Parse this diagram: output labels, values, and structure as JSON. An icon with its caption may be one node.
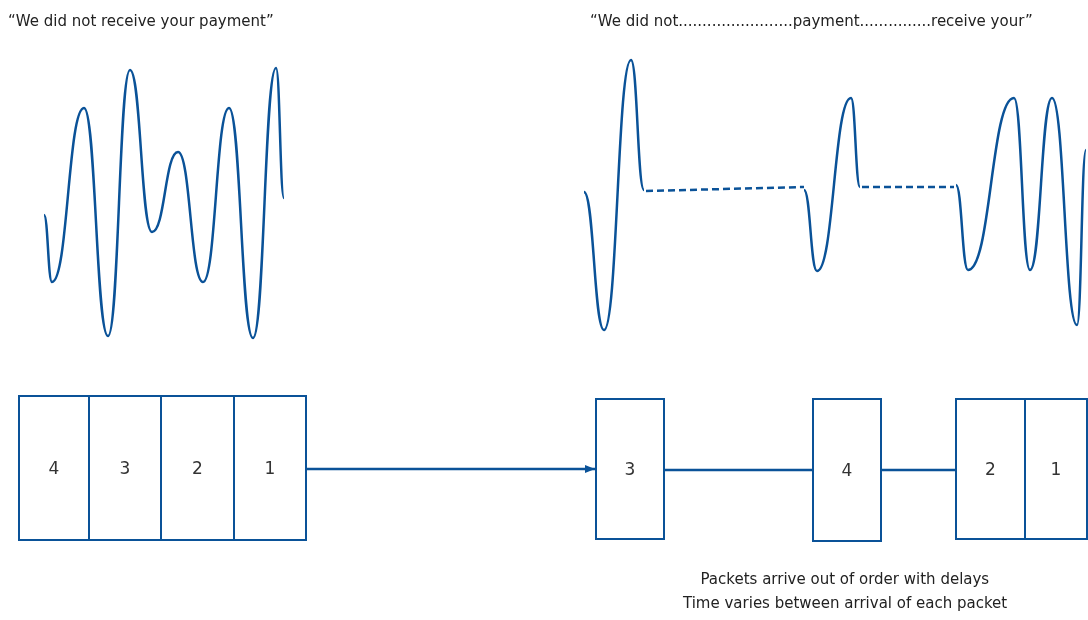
{
  "diagram": {
    "nodes": [
      {
        "text": [
          "4"
        ]
      },
      {
        "text": [
          "3"
        ]
      },
      {
        "text": [
          "2"
        ]
      },
      {
        "text": [
          "1"
        ]
      },
      {
        "text": [
          "3"
        ]
      },
      {
        "text": [
          "4"
        ]
      },
      {
        "text": [
          "2"
        ]
      },
      {
        "text": [
          "1"
        ]
      }
    ],
    "edges": [
      {
        "from": 3,
        "to": 4,
        "arrow": "to"
      },
      {
        "from": 4,
        "to": 5,
        "arrow": "none"
      },
      {
        "from": 5,
        "to": 6,
        "arrow": "none"
      }
    ],
    "labels": [
      "“We did not receive your payment”",
      "“We did not........................payment...............receive your”",
      "Packets arrive out of order with delays",
      "Time varies between arrival of each packet"
    ]
  }
}
